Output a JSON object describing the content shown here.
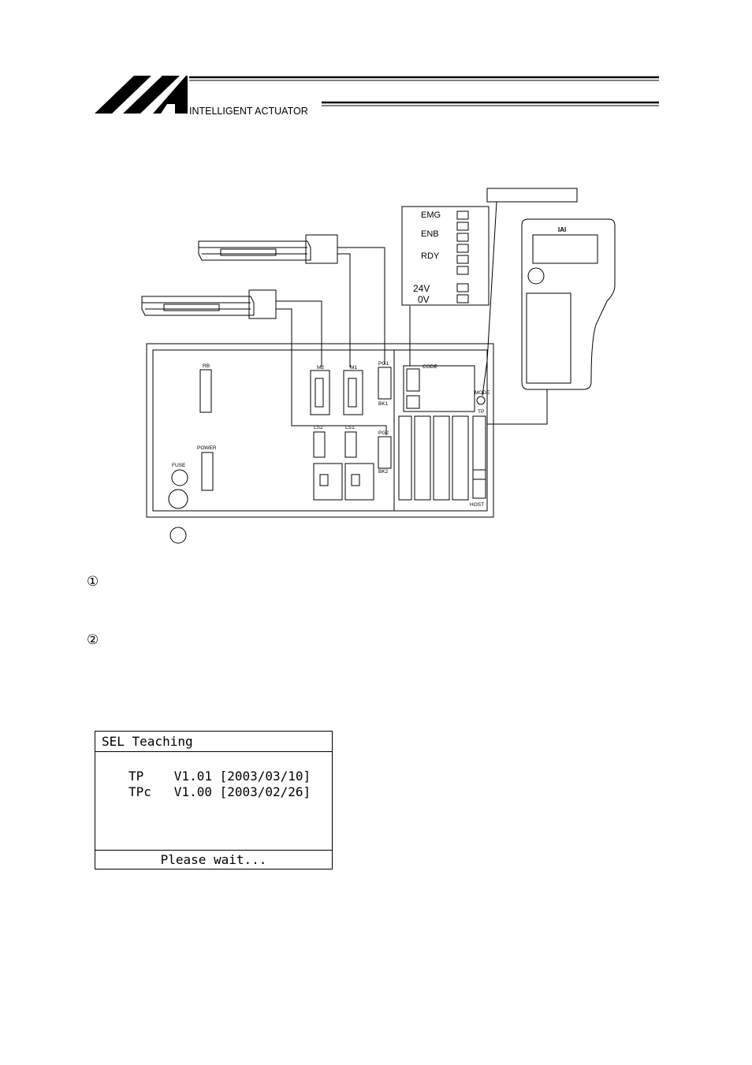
{
  "header": {
    "brand_text": "INTELLIGENT ACTUATOR"
  },
  "figure": {
    "signals": [
      "EMG",
      "ENB",
      "RDY"
    ],
    "power": [
      "24V",
      "0V"
    ],
    "connectors": [
      "RB",
      "M2",
      "M1",
      "PG1",
      "BK1",
      "PG2",
      "BK2",
      "LS2",
      "LS1",
      "POWER",
      "FUSE",
      "CODE",
      "MODE",
      "TP",
      "HOST"
    ],
    "pendant_brand": "IAI"
  },
  "markers": [
    "①",
    "②"
  ],
  "screen": {
    "title": "SEL Teaching",
    "lines": [
      "TP    V1.01 [2003/03/10]",
      "TPc   V1.00 [2003/02/26]"
    ],
    "footer": "Please wait..."
  }
}
